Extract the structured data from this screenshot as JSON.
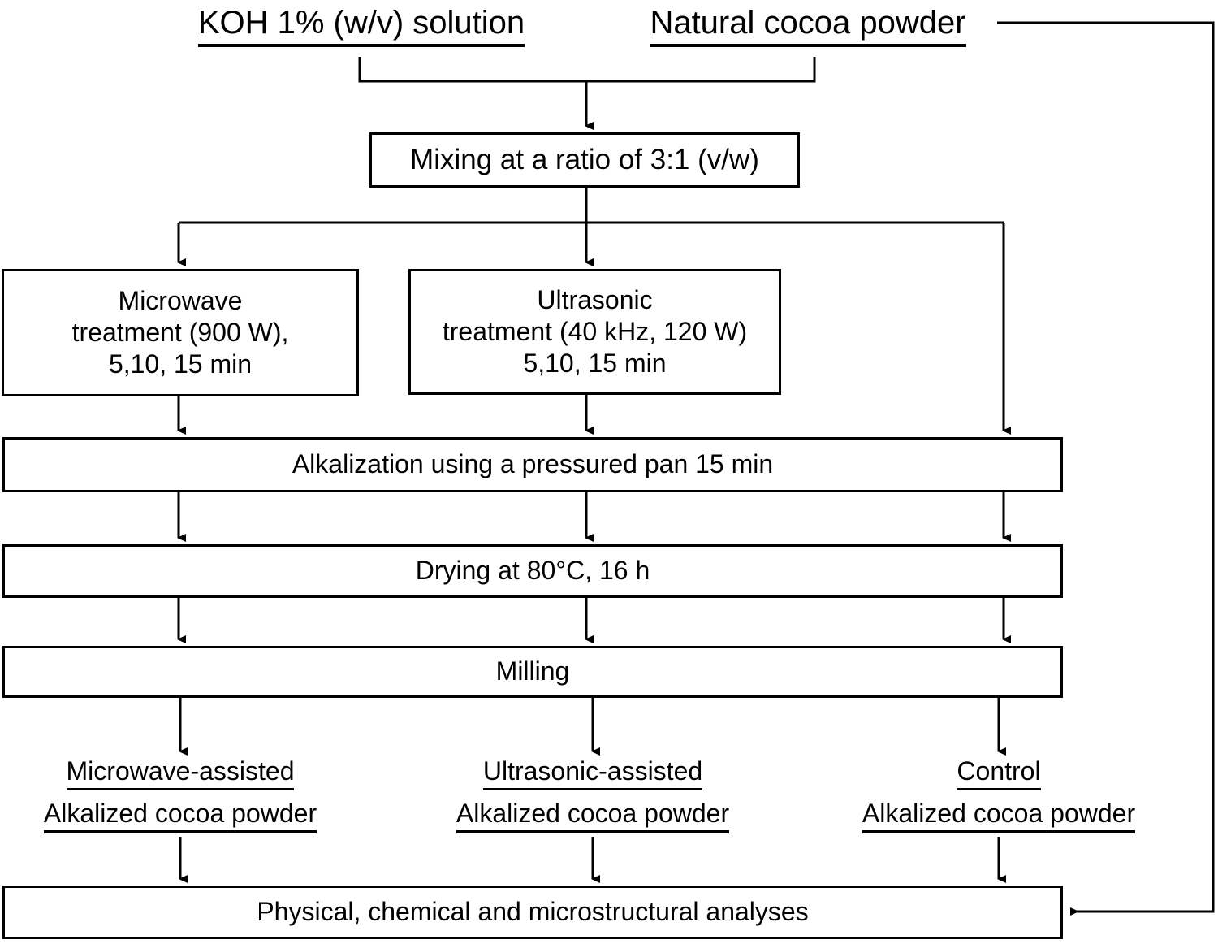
{
  "diagram": {
    "title": "Cocoa powder alkalization process flowchart",
    "stroke_color": "#000000",
    "fill_color": "#ffffff"
  },
  "inputs": [
    {
      "id": "koh",
      "label": "KOH 1% (w/v) solution"
    },
    {
      "id": "cocoa",
      "label": "Natural cocoa powder"
    }
  ],
  "steps": {
    "mixing": "Mixing at a ratio of 3:1 (v/w)",
    "microwave": "Microwave\ntreatment (900 W),\n5,10, 15 min",
    "ultrasonic": "Ultrasonic\ntreatment (40 kHz, 120 W)\n5,10, 15 min",
    "alkalization": "Alkalization using a pressured pan 15 min",
    "drying": "Drying at 80°C, 16 h",
    "milling": "Milling",
    "analyses": "Physical, chemical and microstructural analyses"
  },
  "outputs": [
    {
      "id": "microwave-assisted",
      "line1": "Microwave-assisted",
      "line2": "Alkalized cocoa powder"
    },
    {
      "id": "ultrasonic-assisted",
      "line1": "Ultrasonic-assisted",
      "line2": "Alkalized cocoa powder"
    },
    {
      "id": "control",
      "line1": "Control",
      "line2": "Alkalized cocoa powder"
    }
  ]
}
